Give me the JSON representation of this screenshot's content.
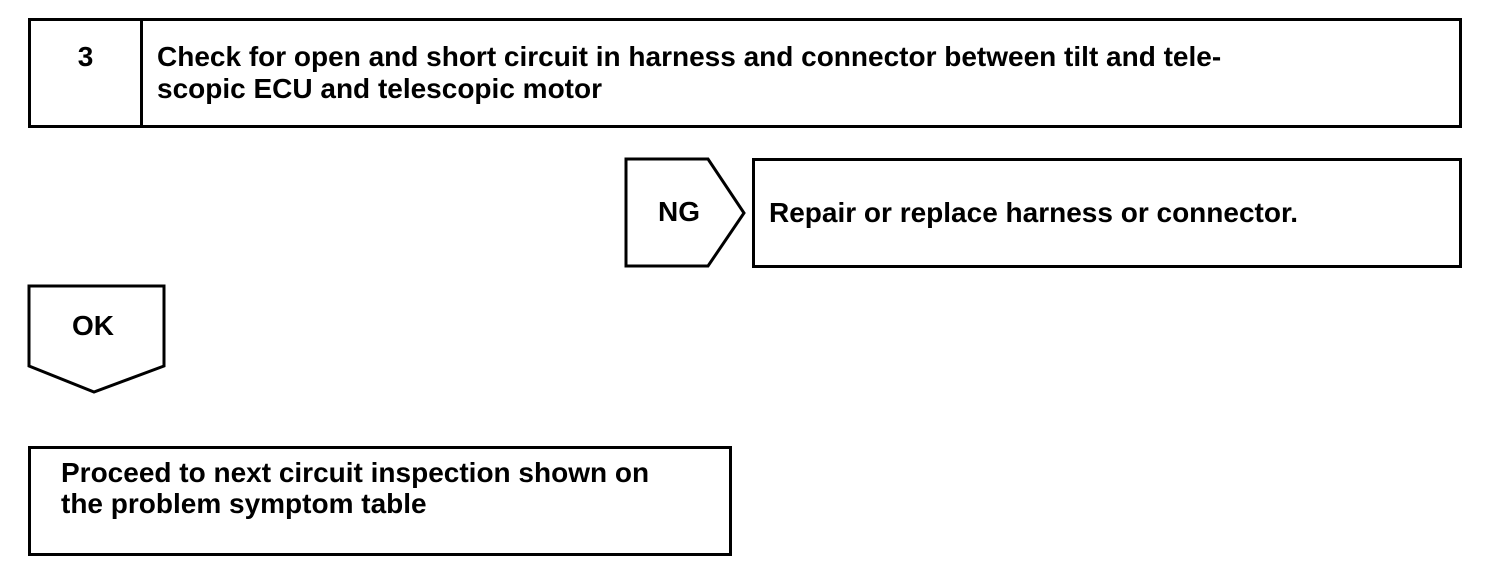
{
  "step": {
    "number": "3",
    "title": "Check for open and short circuit in harness and connector between tilt and tele- scopic ECU and telescopic motor",
    "title_lines": [
      "Check for open and short circuit in harness and connector between tilt and tele-",
      "scopic ECU and telescopic motor"
    ]
  },
  "ng_branch": {
    "label": "NG",
    "result": "Repair or replace harness or connector."
  },
  "ok_branch": {
    "label": "OK"
  },
  "next_step": {
    "text": "Proceed to next circuit inspection shown on the problem symptom table",
    "lines": [
      "Proceed to next circuit inspection shown on",
      "the problem symptom table"
    ]
  },
  "colors": {
    "line": "#000000",
    "background": "#ffffff"
  }
}
